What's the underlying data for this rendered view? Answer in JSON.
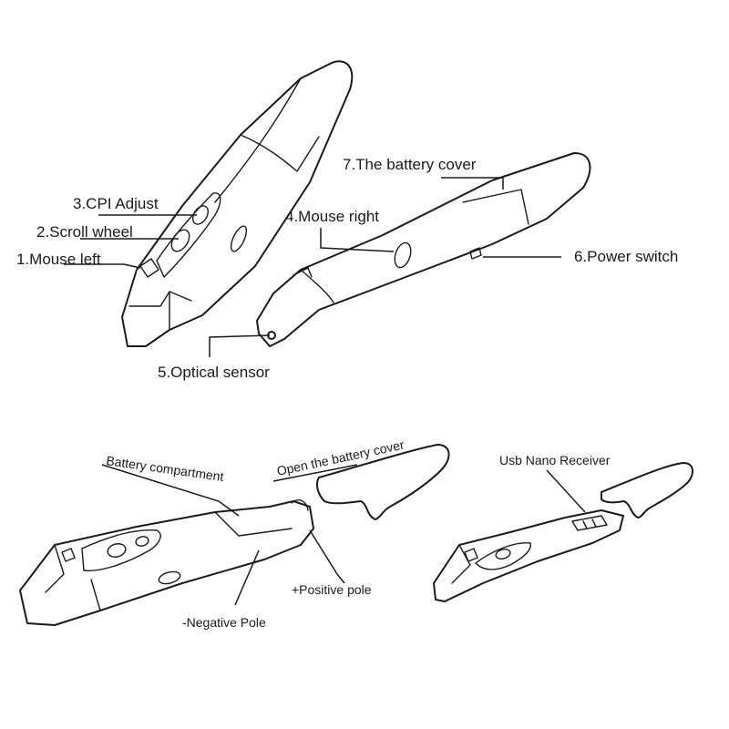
{
  "labels": {
    "mouse_left": "1.Mouse left",
    "scroll_wheel": "2.Scroll wheel",
    "cpi_adjust": "3.CPI Adjust",
    "mouse_right": "4.Mouse right",
    "optical_sensor": "5.Optical sensor",
    "power_switch": "6.Power switch",
    "battery_cover": "7.The battery cover",
    "battery_compartment": "Battery  compartment",
    "open_battery_cover": "Open the battery cover",
    "usb_nano_receiver": "Usb Nano Receiver",
    "positive_pole": "+Positive pole",
    "negative_pole": "-Negative Pole"
  },
  "colors": {
    "ink": "#1a1a1a",
    "background": "#ffffff"
  }
}
